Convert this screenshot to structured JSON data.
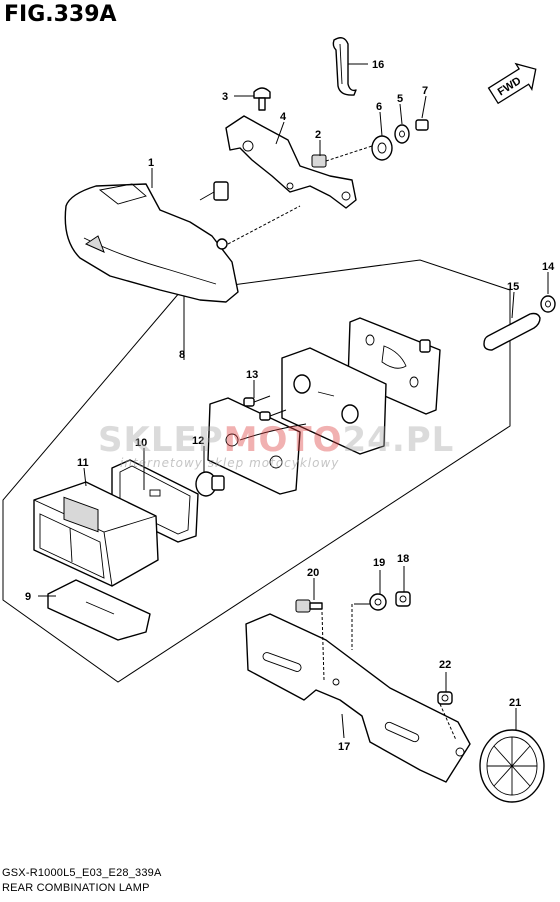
{
  "header": {
    "figure_title": "FIG.339A"
  },
  "footer": {
    "model_code": "GSX-R1000L5_E03_E28_339A",
    "diagram_title": "REAR COMBINATION LAMP"
  },
  "watermark": {
    "main_a": "SKLEP",
    "main_b": "MOTO",
    "main_c": "24.PL",
    "sub": "internetowy sklep motocyklowy"
  },
  "badge": {
    "label": "FWD"
  },
  "colors": {
    "line": "#000000",
    "watermark_gray": "#a0a0a0",
    "watermark_red": "#dc3c3c"
  },
  "callouts": [
    "1",
    "2",
    "3",
    "4",
    "5",
    "6",
    "7",
    "8",
    "9",
    "10",
    "11",
    "12",
    "13",
    "14",
    "15",
    "16",
    "17",
    "18",
    "19",
    "20",
    "21",
    "22"
  ]
}
